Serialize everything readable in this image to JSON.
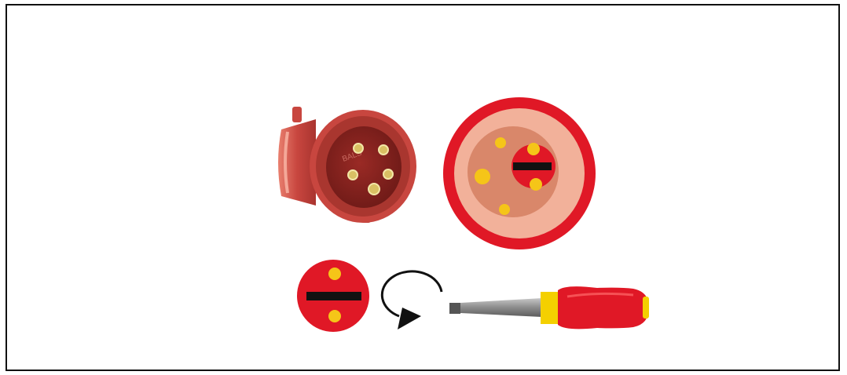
{
  "figure": {
    "plug_brand_text": "BALS",
    "colors": {
      "plug_red": "#c8463f",
      "plug_dark": "#8a2420",
      "pin_gold": "#d9c063",
      "rim_red": "#e01826",
      "face_light": "#f2b19a",
      "face_mid": "#d9876a",
      "dot_yellow": "#f5c518",
      "slot_black": "#111111",
      "handle_yellow": "#f4d000",
      "handle_red": "#e01826",
      "shaft_grey": "#8c8c8c"
    },
    "icons": [
      "cee-plug-photo",
      "socket-face-diagram",
      "phase-inverter-disc",
      "rotate-arrow-icon",
      "screwdriver-icon"
    ]
  }
}
